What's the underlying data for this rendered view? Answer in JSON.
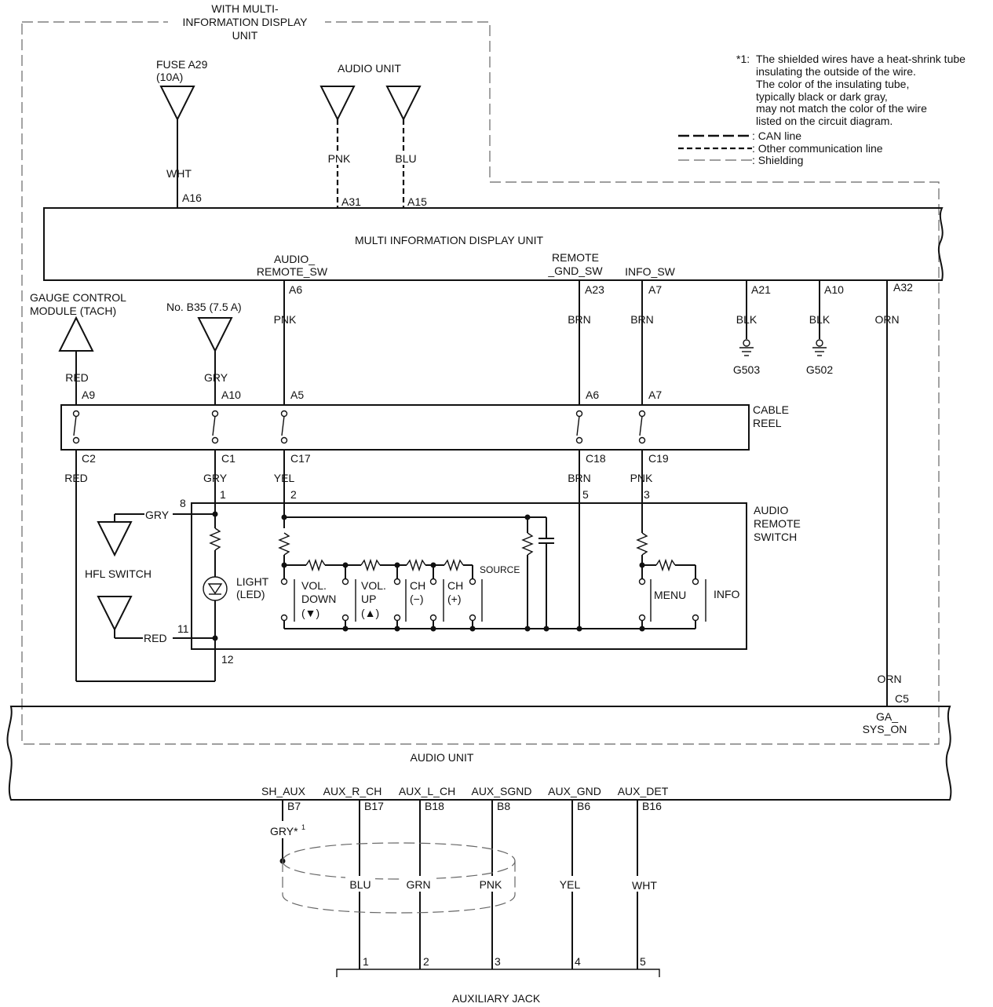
{
  "outer_box": {
    "label_1": "WITH MULTI-",
    "label_2": "INFORMATION DISPLAY",
    "label_3": "UNIT"
  },
  "note": {
    "marker": "*1:",
    "lines": [
      "The shielded wires have a heat-shrink tube",
      "insulating the outside of the wire.",
      "The color of the insulating tube,",
      "typically black or dark gray,",
      "may not match the color of the wire",
      "listed on the circuit diagram."
    ]
  },
  "legend": {
    "can_line": ": CAN line",
    "other_comm": ": Other communication line",
    "shielding": ": Shielding"
  },
  "fuse": {
    "label": "FUSE A29",
    "rating": "(10A)",
    "wire": "WHT",
    "pin": "A16"
  },
  "audio_top": {
    "label": "AUDIO UNIT",
    "wire1": "PNK",
    "pin1": "A31",
    "wire2": "BLU",
    "pin2": "A15"
  },
  "mid": {
    "title": "MULTI INFORMATION DISPLAY UNIT",
    "sig_audio_1": "AUDIO_",
    "sig_audio_2": "REMOTE_SW",
    "sig_remote_1": "REMOTE",
    "sig_remote_2": "_GND_SW",
    "sig_info": "INFO_SW"
  },
  "mid_pins": {
    "a6": {
      "pin": "A6",
      "wire": "PNK"
    },
    "a23": {
      "pin": "A23",
      "wire": "BRN"
    },
    "a7": {
      "pin": "A7",
      "wire": "BRN"
    },
    "a21": {
      "pin": "A21",
      "wire": "BLK",
      "ground": "G503"
    },
    "a10": {
      "pin": "A10",
      "wire": "BLK",
      "ground": "G502"
    },
    "a32": {
      "pin": "A32",
      "wire": "ORN"
    }
  },
  "gauge": {
    "label_1": "GAUGE CONTROL",
    "label_2": "MODULE (TACH)",
    "wire": "RED"
  },
  "b35": {
    "label": "No. B35 (7.5 A)",
    "wire": "GRY"
  },
  "cable_reel": {
    "label_1": "CABLE",
    "label_2": "REEL",
    "top_pins": [
      "A9",
      "A10",
      "A5",
      "A6",
      "A7"
    ],
    "bottom_pins": [
      "C2",
      "C1",
      "C17",
      "C18",
      "C19"
    ],
    "bottom_wires": [
      "RED",
      "GRY",
      "YEL",
      "BRN",
      "PNK"
    ]
  },
  "switch_unit": {
    "label_1": "AUDIO",
    "label_2": "REMOTE",
    "label_3": "SWITCH",
    "pins_top": [
      "1",
      "2",
      "5",
      "3"
    ],
    "pin8": "8",
    "pin11": "11",
    "pin12": "12",
    "gry": "GRY",
    "red": "RED",
    "hfl": "HFL SWITCH",
    "light_1": "LIGHT",
    "light_2": "(LED)",
    "source": "SOURCE",
    "vol_down_1": "VOL.",
    "vol_down_2": "DOWN",
    "vol_down_3": "(▼)",
    "vol_up_1": "VOL.",
    "vol_up_2": "UP",
    "vol_up_3": "(▲)",
    "ch_minus_1": "CH",
    "ch_minus_2": "(−)",
    "ch_plus_1": "CH",
    "ch_plus_2": "(+)",
    "menu": "MENU",
    "info": "INFO"
  },
  "c5": {
    "wire": "ORN",
    "pin": "C5",
    "signal_1": "GA_",
    "signal_2": "SYS_ON"
  },
  "audio_bottom": {
    "label": "AUDIO UNIT"
  },
  "aux": {
    "signals": [
      "SH_AUX",
      "AUX_R_CH",
      "AUX_L_CH",
      "AUX_SGND",
      "AUX_GND",
      "AUX_DET"
    ],
    "pins": [
      "B7",
      "B17",
      "B18",
      "B8",
      "B6",
      "B16"
    ],
    "wires": [
      "GRY*",
      "BLU",
      "GRN",
      "PNK",
      "YEL",
      "WHT"
    ],
    "shield_note": "1",
    "jack_pins": [
      "1",
      "2",
      "3",
      "4",
      "5"
    ],
    "jack": "AUXILIARY JACK"
  }
}
